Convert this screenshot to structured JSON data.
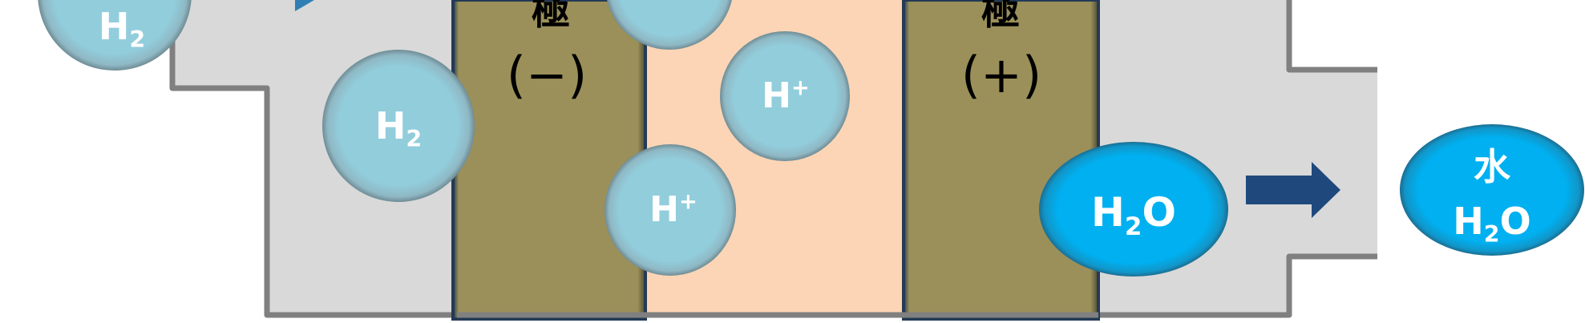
{
  "anode": {
    "kanji": "極",
    "sign": "(−)"
  },
  "cathode": {
    "kanji": "極",
    "sign": "(+)"
  },
  "molecules": {
    "h2": "H2",
    "h_plus": "H+",
    "h2o": "H2O",
    "water_kanji": "水"
  },
  "colors": {
    "chamber": "#d9d9d9",
    "wall": "#808080",
    "electrode": "#9b905a",
    "electrolyte": "#fbd5b5",
    "molecule_light": "#92cddc",
    "molecule_water": "#00b0f0",
    "arrow": "#1f497d"
  }
}
